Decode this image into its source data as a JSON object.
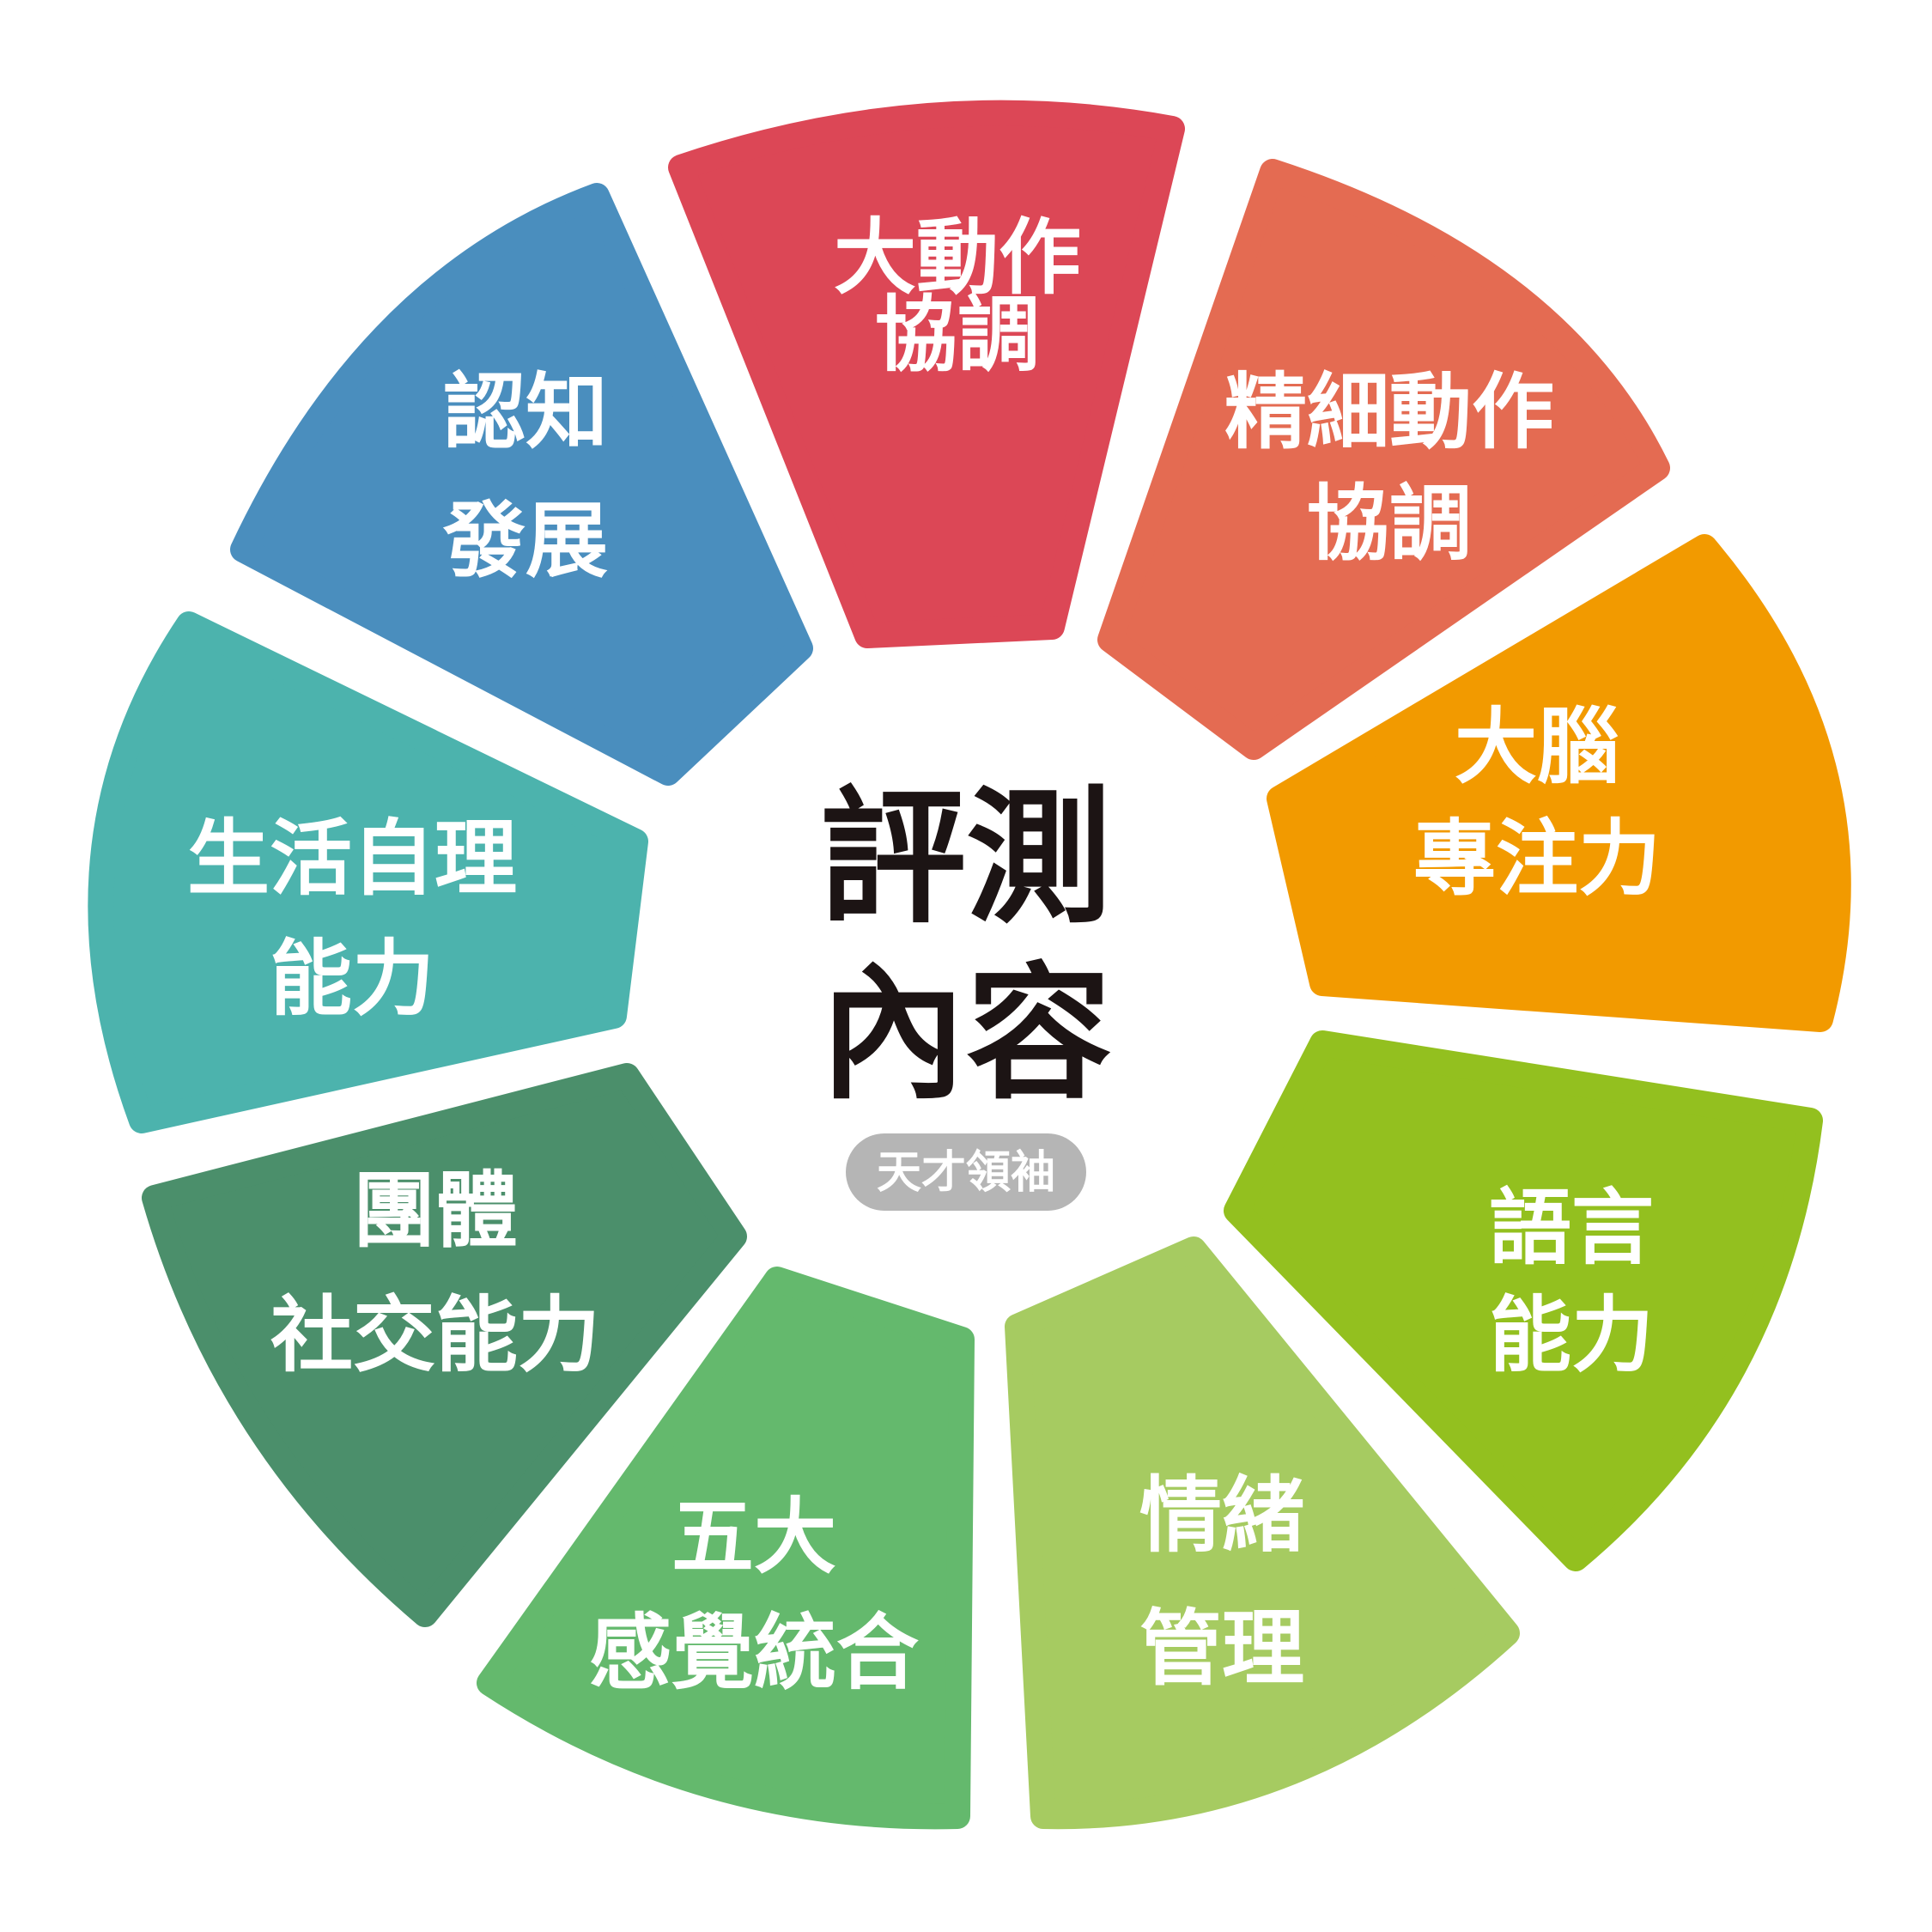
{
  "center": {
    "title_line1": "評測",
    "title_line2": "內容",
    "badge": "天才領袖",
    "title_color": "#1c1414",
    "badge_color": "#b5b5b5"
  },
  "segments": [
    {
      "id": "gross-motor",
      "line1": "大動作",
      "line2": "協調",
      "color": "#dc4756"
    },
    {
      "id": "fine-motor",
      "line1": "精細動作",
      "line2": "協調",
      "color": "#e46b52"
    },
    {
      "id": "attention",
      "line1": "大腦",
      "line2": "專注力",
      "color": "#f29a00"
    },
    {
      "id": "language",
      "line1": "語言",
      "line2": "能力",
      "color": "#93c01f"
    },
    {
      "id": "emotion",
      "line1": "情緒",
      "line2": "管理",
      "color": "#a6cb61"
    },
    {
      "id": "sensory",
      "line1": "五大",
      "line2": "感覺統合",
      "color": "#64b96d"
    },
    {
      "id": "social",
      "line1": "團體",
      "line2": "社交能力",
      "color": "#4b8f6b"
    },
    {
      "id": "self-care",
      "line1": "生活自理",
      "line2": "能力",
      "color": "#4cb3ad"
    },
    {
      "id": "cognitive",
      "line1": "認知",
      "line2": "發展",
      "color": "#4a8ebe"
    }
  ]
}
